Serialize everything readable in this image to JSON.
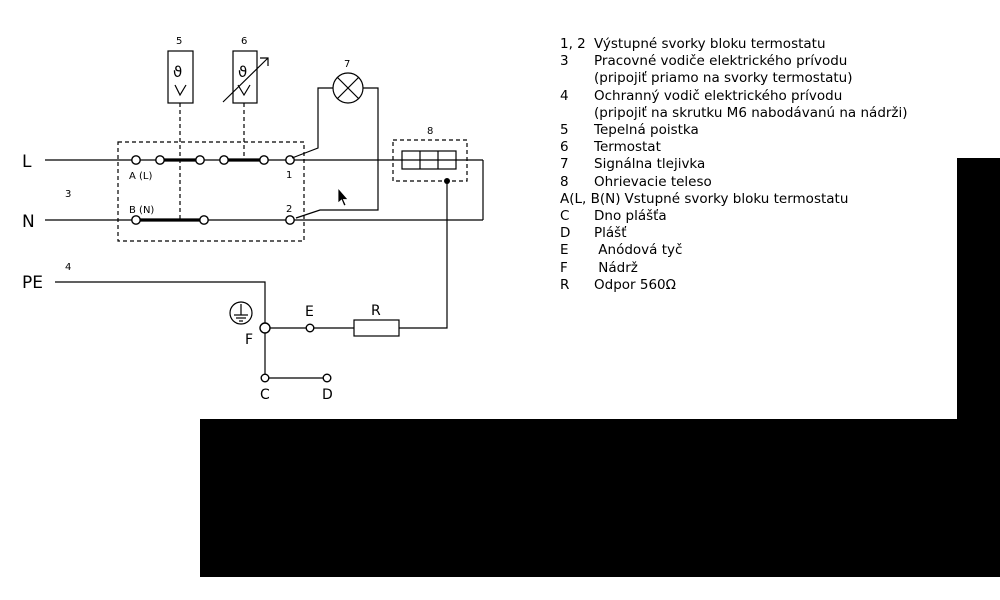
{
  "diagram": {
    "lines": {
      "L": "L",
      "N": "N",
      "PE": "PE"
    },
    "wire_numbers": {
      "n3": "3",
      "n4": "4"
    },
    "components": {
      "n5": "5",
      "n6": "6",
      "n7": "7",
      "n8": "8",
      "theta": "ϑ",
      "resistor": "R"
    },
    "terminals": {
      "a": "A (L)",
      "b": "B (N)",
      "t1": "1",
      "t2": "2"
    },
    "points": {
      "E": "E",
      "F": "F",
      "C": "C",
      "D": "D"
    }
  },
  "legend": [
    {
      "code": "1, 2",
      "text": "Výstupné svorky bloku termostatu"
    },
    {
      "code": "3",
      "text": "Pracovné vodiče elektrického prívodu"
    },
    {
      "code": "",
      "text": "(pripojiť priamo na svorky termostatu)"
    },
    {
      "code": "4",
      "text": "Ochranný vodič elektrického prívodu"
    },
    {
      "code": "",
      "text": "(pripojiť na skrutku M6 nabodávanú na nádrži)"
    },
    {
      "code": "5",
      "text": "Tepelná poistka"
    },
    {
      "code": "6",
      "text": "Termostat"
    },
    {
      "code": "7",
      "text": "Signálna tlejivka"
    },
    {
      "code": "8",
      "text": "Ohrievacie teleso"
    },
    {
      "code": "A(L, B(N)",
      "text": "Vstupné svorky bloku termostatu"
    },
    {
      "code": "C",
      "text": "Dno plášťa"
    },
    {
      "code": "D",
      "text": "Plášť"
    },
    {
      "code": "E",
      "text": " Anódová tyč"
    },
    {
      "code": "F",
      "text": " Nádrž"
    },
    {
      "code": "R",
      "text": "Odpor 560Ω"
    }
  ]
}
